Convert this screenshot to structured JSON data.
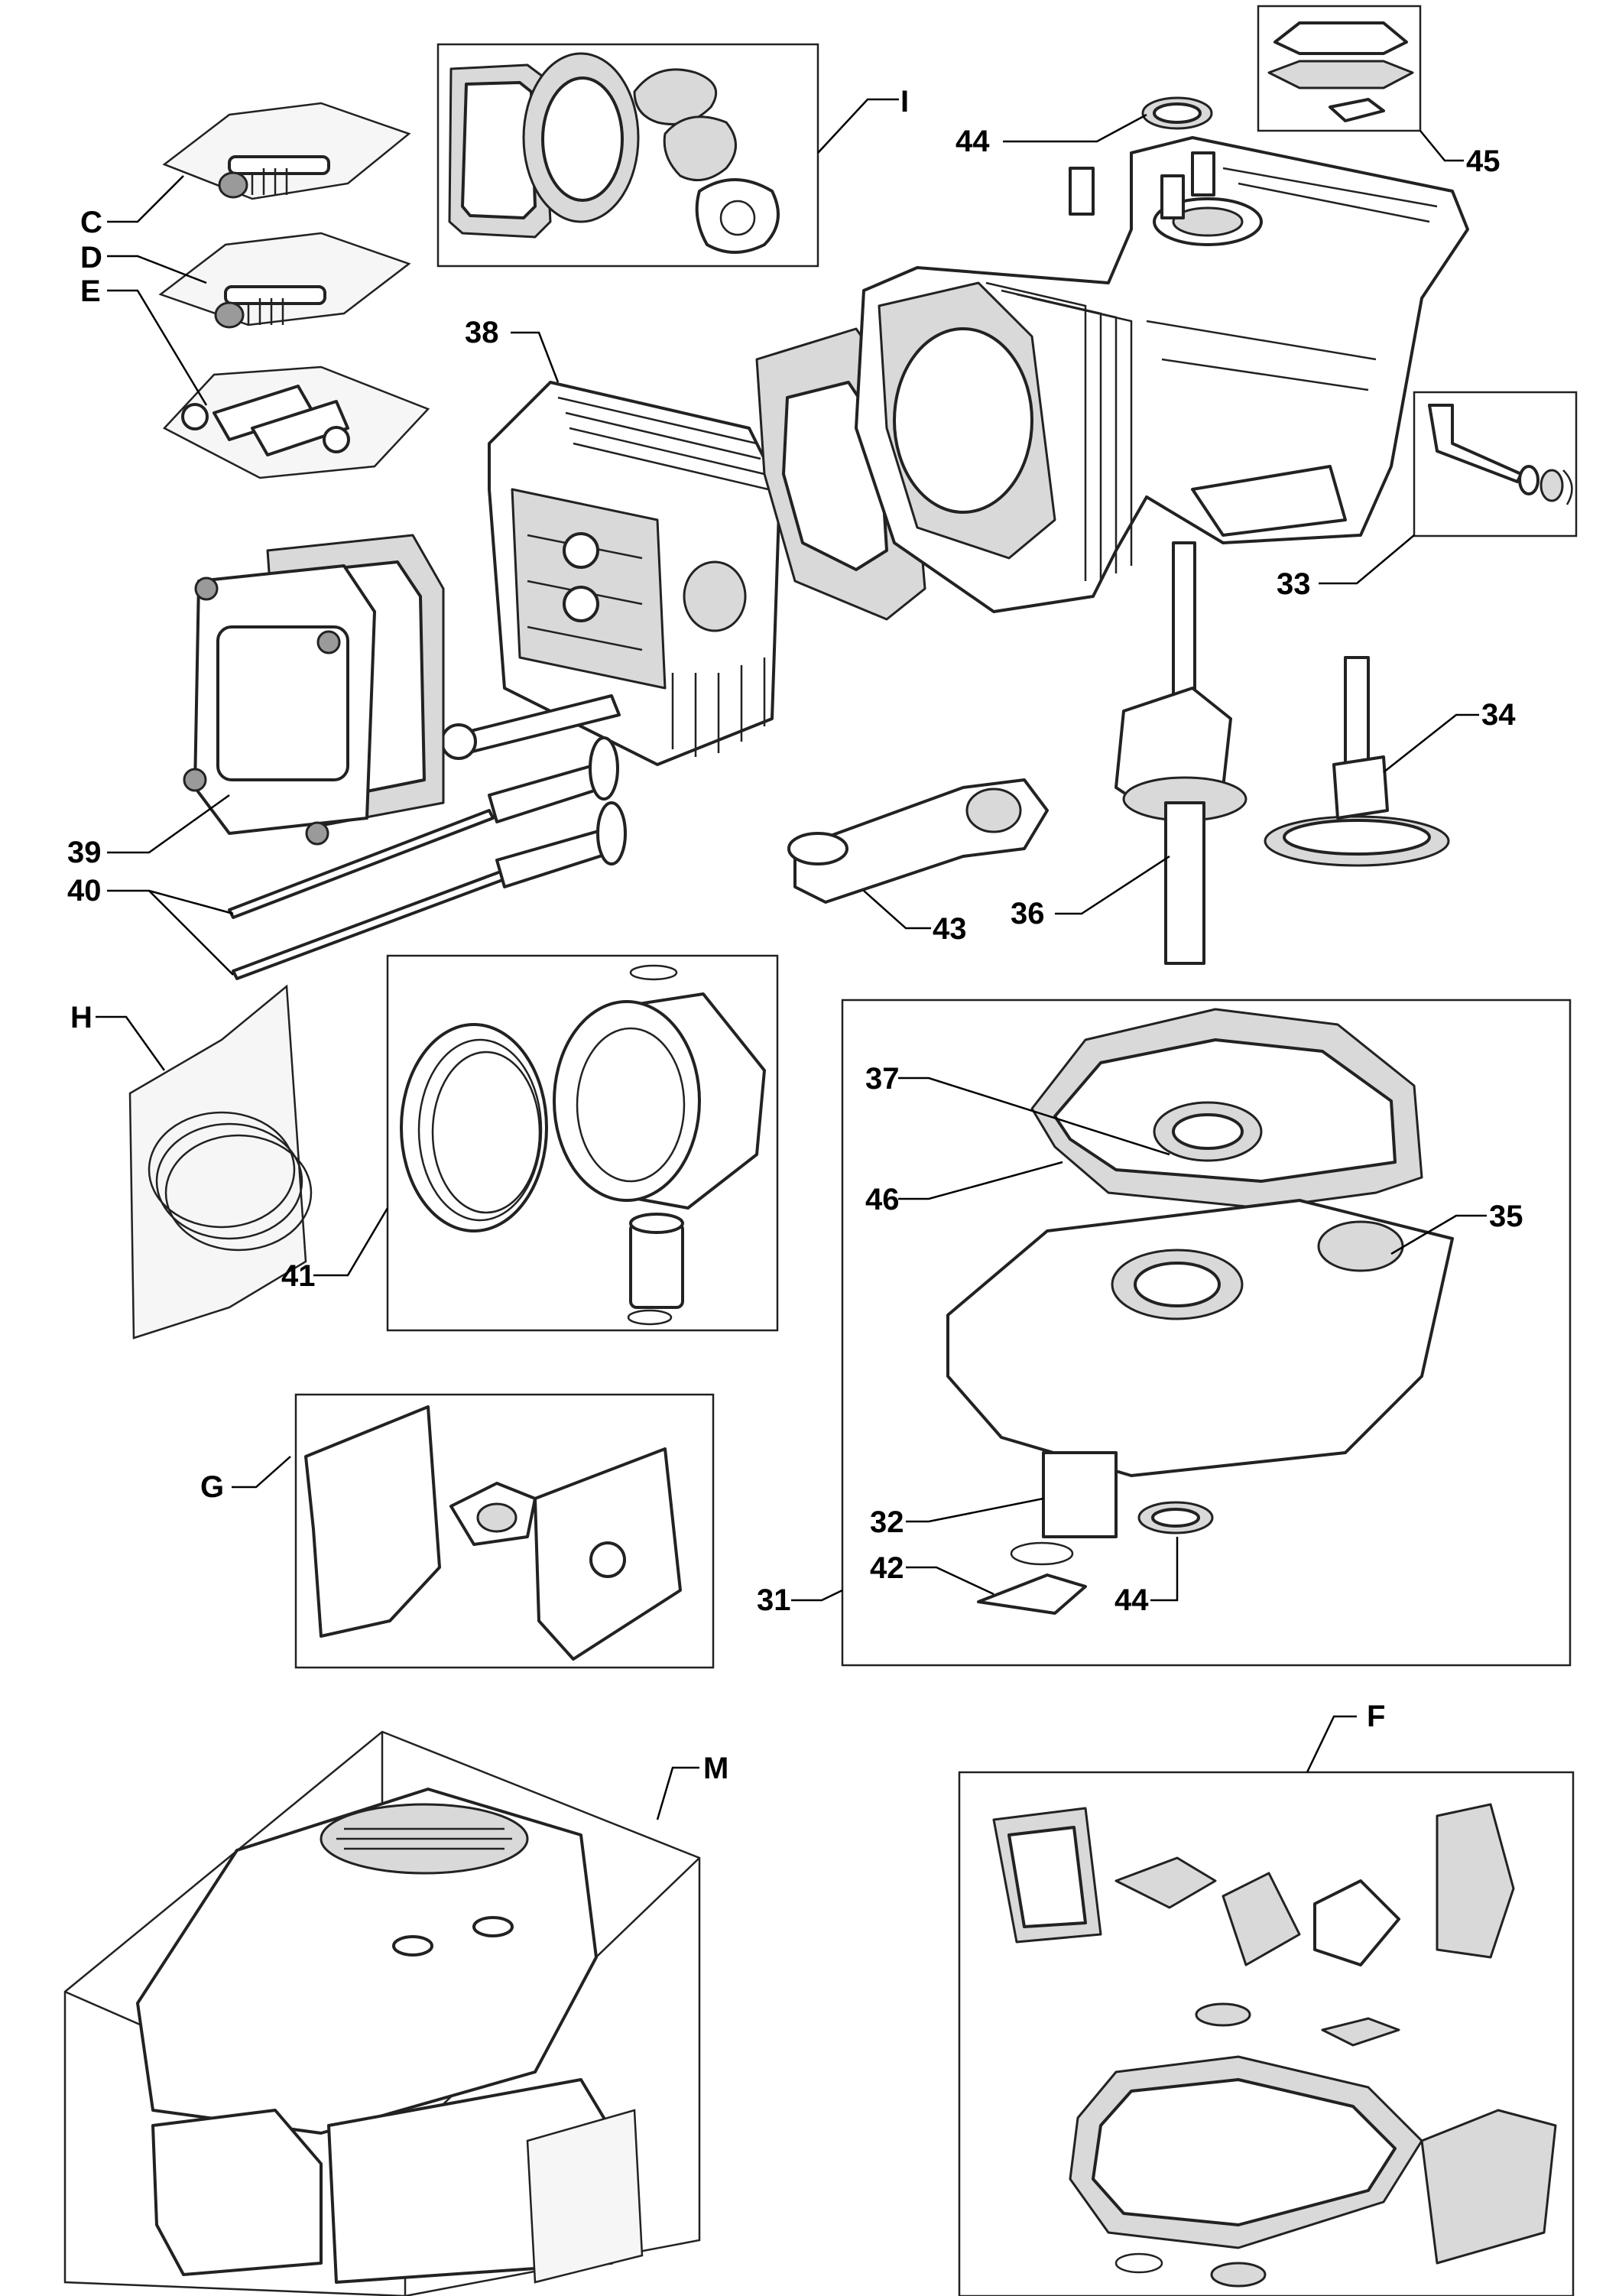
{
  "callouts": {
    "I": "I",
    "44a": "44",
    "45": "45",
    "C": "C",
    "D": "D",
    "E": "E",
    "38": "38",
    "33": "33",
    "34": "34",
    "39": "39",
    "40": "40",
    "43": "43",
    "36": "36",
    "H": "H",
    "41": "41",
    "37": "37",
    "46": "46",
    "35": "35",
    "G": "G",
    "32": "32",
    "42": "42",
    "31": "31",
    "44b": "44",
    "F": "F",
    "M": "M"
  },
  "colors": {
    "line": "#222222",
    "fill_gasket": "#d9d9d9",
    "fill_part": "#ffffff"
  }
}
